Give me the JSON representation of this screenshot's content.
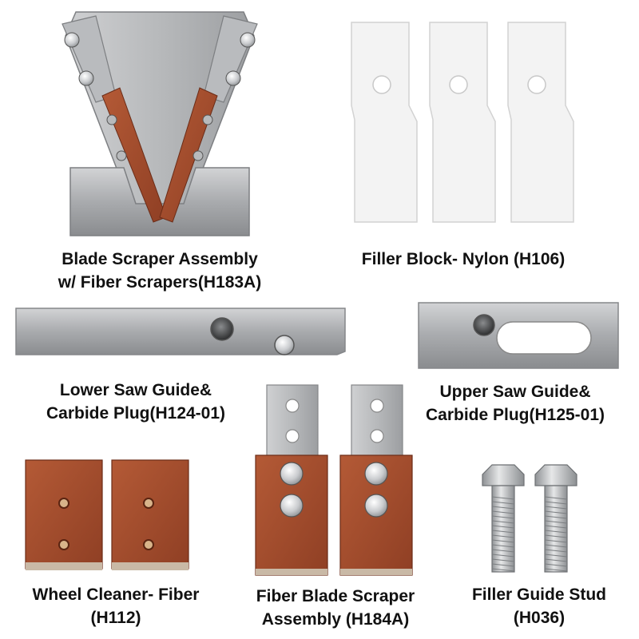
{
  "parts": [
    {
      "id": "blade-scraper-assembly",
      "label_lines": [
        "Blade Scraper Assembly",
        "w/ Fiber Scrapers(H183A)"
      ]
    },
    {
      "id": "filler-block-nylon",
      "label_lines": [
        "Filler Block- Nylon (H106)"
      ]
    },
    {
      "id": "lower-saw-guide",
      "label_lines": [
        "Lower Saw Guide&",
        "Carbide Plug(H124-01)"
      ]
    },
    {
      "id": "upper-saw-guide",
      "label_lines": [
        "Upper Saw Guide&",
        "Carbide Plug(H125-01)"
      ]
    },
    {
      "id": "wheel-cleaner-fiber",
      "label_lines": [
        "Wheel Cleaner- Fiber",
        "(H112)"
      ]
    },
    {
      "id": "fiber-blade-scraper-assembly",
      "label_lines": [
        "Fiber Blade Scraper",
        "Assembly (H184A)"
      ]
    },
    {
      "id": "filler-guide-stud",
      "label_lines": [
        "Filler Guide Stud",
        "(H036)"
      ]
    }
  ],
  "colors": {
    "steel": "#a7a9ac",
    "fiber": "#a14a2c",
    "nylon": "#f2f2f2",
    "text": "#111111"
  }
}
